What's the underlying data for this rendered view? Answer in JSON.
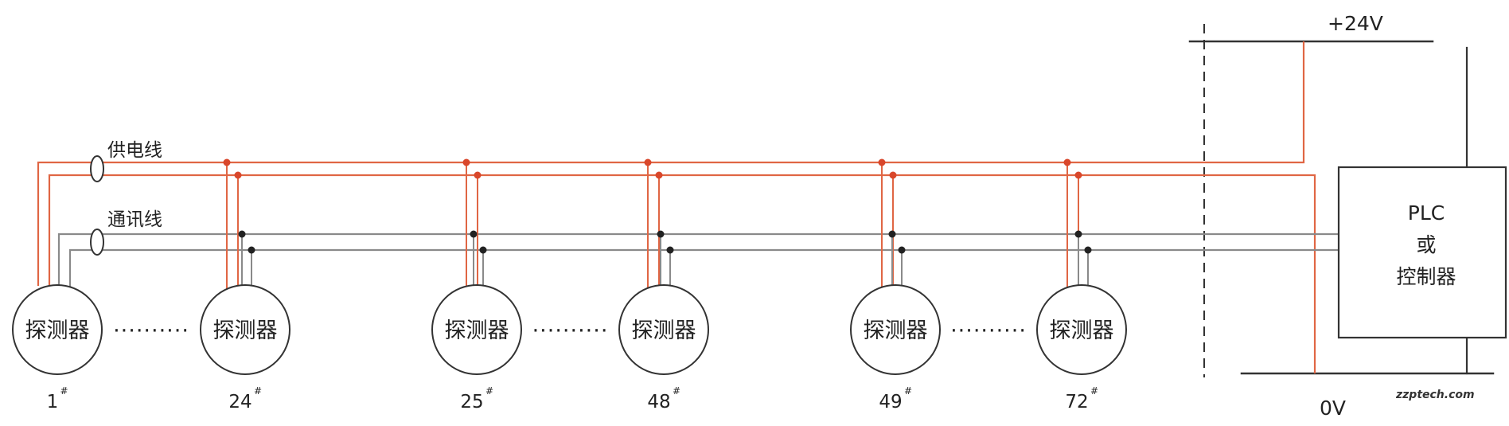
{
  "colors": {
    "power_wire": "#e06644",
    "comm_wire": "#8a8a8a",
    "outline": "#333333",
    "text": "#222222",
    "node_power": "#d9472b",
    "node_comm": "#222222"
  },
  "labels": {
    "power_bus": "供电线",
    "comm_bus": "通讯线",
    "supply_positive": "+24V",
    "supply_zero": "0V",
    "watermark": "zzptech.com"
  },
  "controller": {
    "line1": "PLC",
    "line2": "或",
    "line3": "控制器"
  },
  "detectors": [
    {
      "label": "探测器",
      "number": "1",
      "mark": "#"
    },
    {
      "label": "探测器",
      "number": "24",
      "mark": "#"
    },
    {
      "label": "探测器",
      "number": "25",
      "mark": "#"
    },
    {
      "label": "探测器",
      "number": "48",
      "mark": "#"
    },
    {
      "label": "探测器",
      "number": "49",
      "mark": "#"
    },
    {
      "label": "探测器",
      "number": "72",
      "mark": "#"
    }
  ],
  "ellipsis": "··········"
}
